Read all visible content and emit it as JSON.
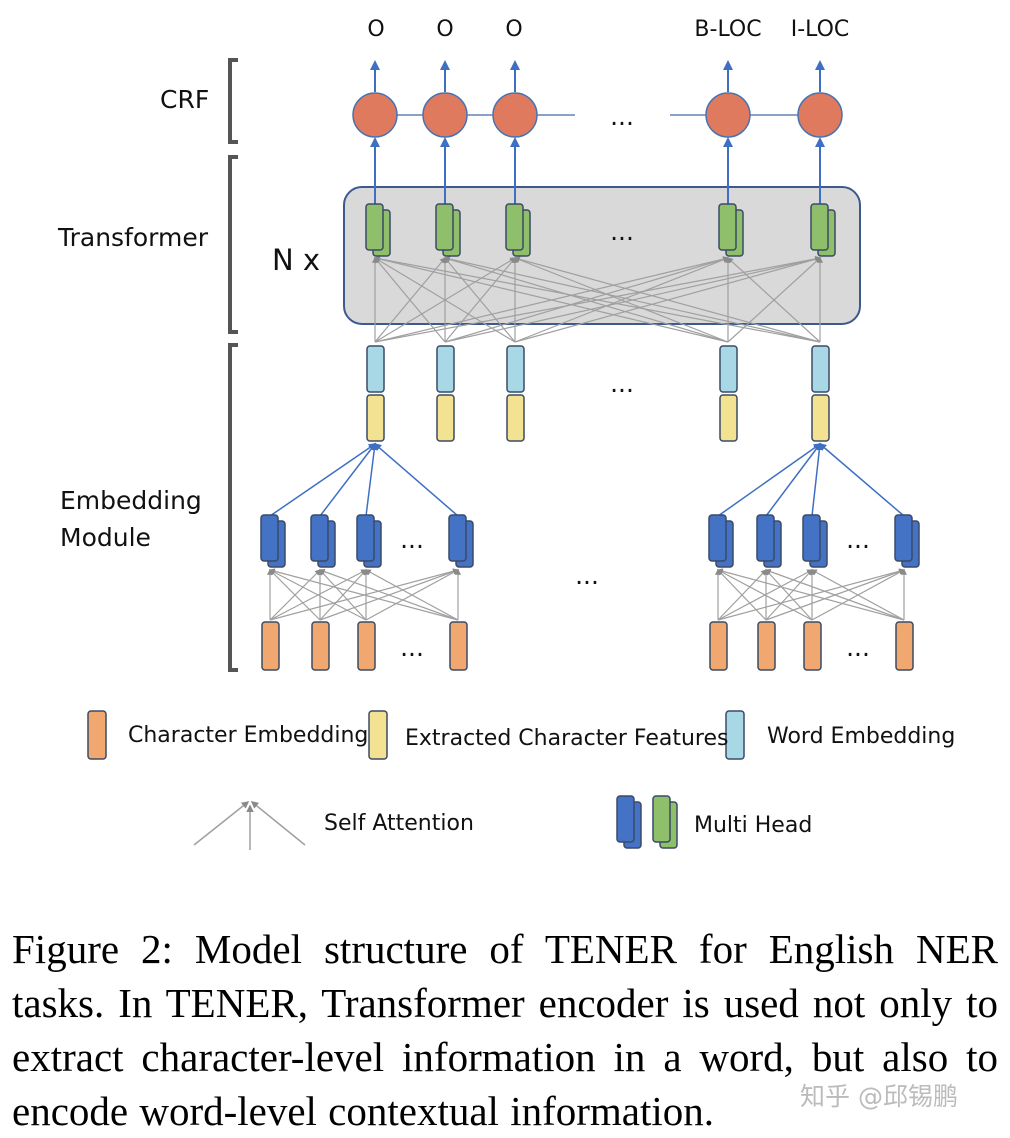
{
  "colors": {
    "crf_node": "#e07a5f",
    "crf_node_stroke": "#4a72b0",
    "multi_head_blue": "#4472c4",
    "multi_head_green": "#8fbf6a",
    "character_embedding": "#f0a870",
    "extracted_features": "#f2e291",
    "word_embedding": "#a8d8e6",
    "transformer_box_fill": "#d9d9d9",
    "transformer_box_stroke": "#3d5a8f",
    "arrow_blue": "#3f6fc4",
    "attention_gray": "#a0a0a0",
    "bracket": "#555555"
  },
  "outputs": [
    "O",
    "O",
    "O",
    "B-LOC",
    "I-LOC"
  ],
  "sections": {
    "crf": "CRF",
    "transformer": "Transformer",
    "embedding_line1": "Embedding",
    "embedding_line2": "Module"
  },
  "n_times": "N x",
  "ellipsis": "...",
  "legend": {
    "character_embedding": "Character Embedding",
    "extracted_features": "Extracted Character Features",
    "word_embedding": "Word Embedding",
    "self_attention": "Self Attention",
    "multi_head": "Multi Head"
  },
  "caption": "Figure 2: Model structure of TENER for English NER tasks.  In TENER, Transformer encoder is used not only to extract character-level information in a word, but also to encode word-level contextual information.",
  "watermark": "知乎 @邱锡鹏"
}
